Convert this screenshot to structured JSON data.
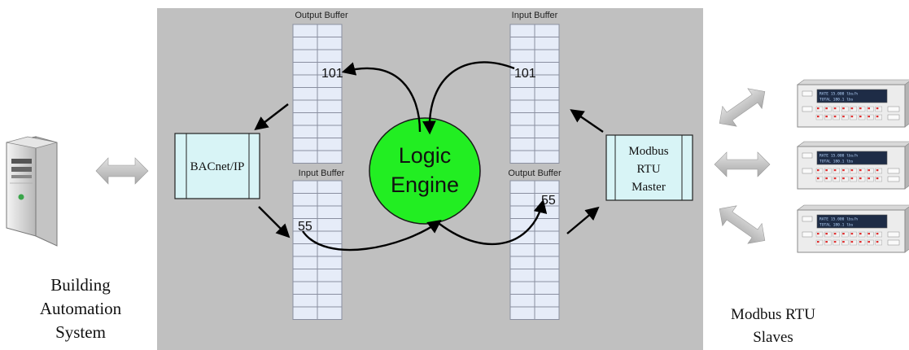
{
  "panel": {
    "background": "#c0c0c0"
  },
  "buffers": [
    {
      "id": "output_left",
      "title": "Output Buffer",
      "value": "101"
    },
    {
      "id": "input_right",
      "title": "Input Buffer",
      "value": "101"
    },
    {
      "id": "input_left",
      "title": "Input Buffer",
      "value": "55"
    },
    {
      "id": "output_right",
      "title": "Output Buffer",
      "value": "55"
    }
  ],
  "logic_engine": {
    "line1": "Logic",
    "line2": "Engine",
    "color": "#22ee22"
  },
  "bacnet": {
    "label": "BACnet/IP",
    "color": "#d8f4f6"
  },
  "modbus_master": {
    "line1": "Modbus",
    "line2": "RTU",
    "line3": "Master",
    "color": "#d8f4f6"
  },
  "bas_label": {
    "line1": "Building",
    "line2": "Automation",
    "line3": "System"
  },
  "slaves_label": {
    "line1": "Modbus RTU",
    "line2": "Slaves"
  },
  "device_display": {
    "line1": "RATE      15.000  lbs/h",
    "line2": "TOTAL        180.1   lbs"
  },
  "colors": {
    "buffer_cell": "#e6ecf8",
    "arrow": "#000000",
    "link_arrow": "#c4c4c4"
  }
}
